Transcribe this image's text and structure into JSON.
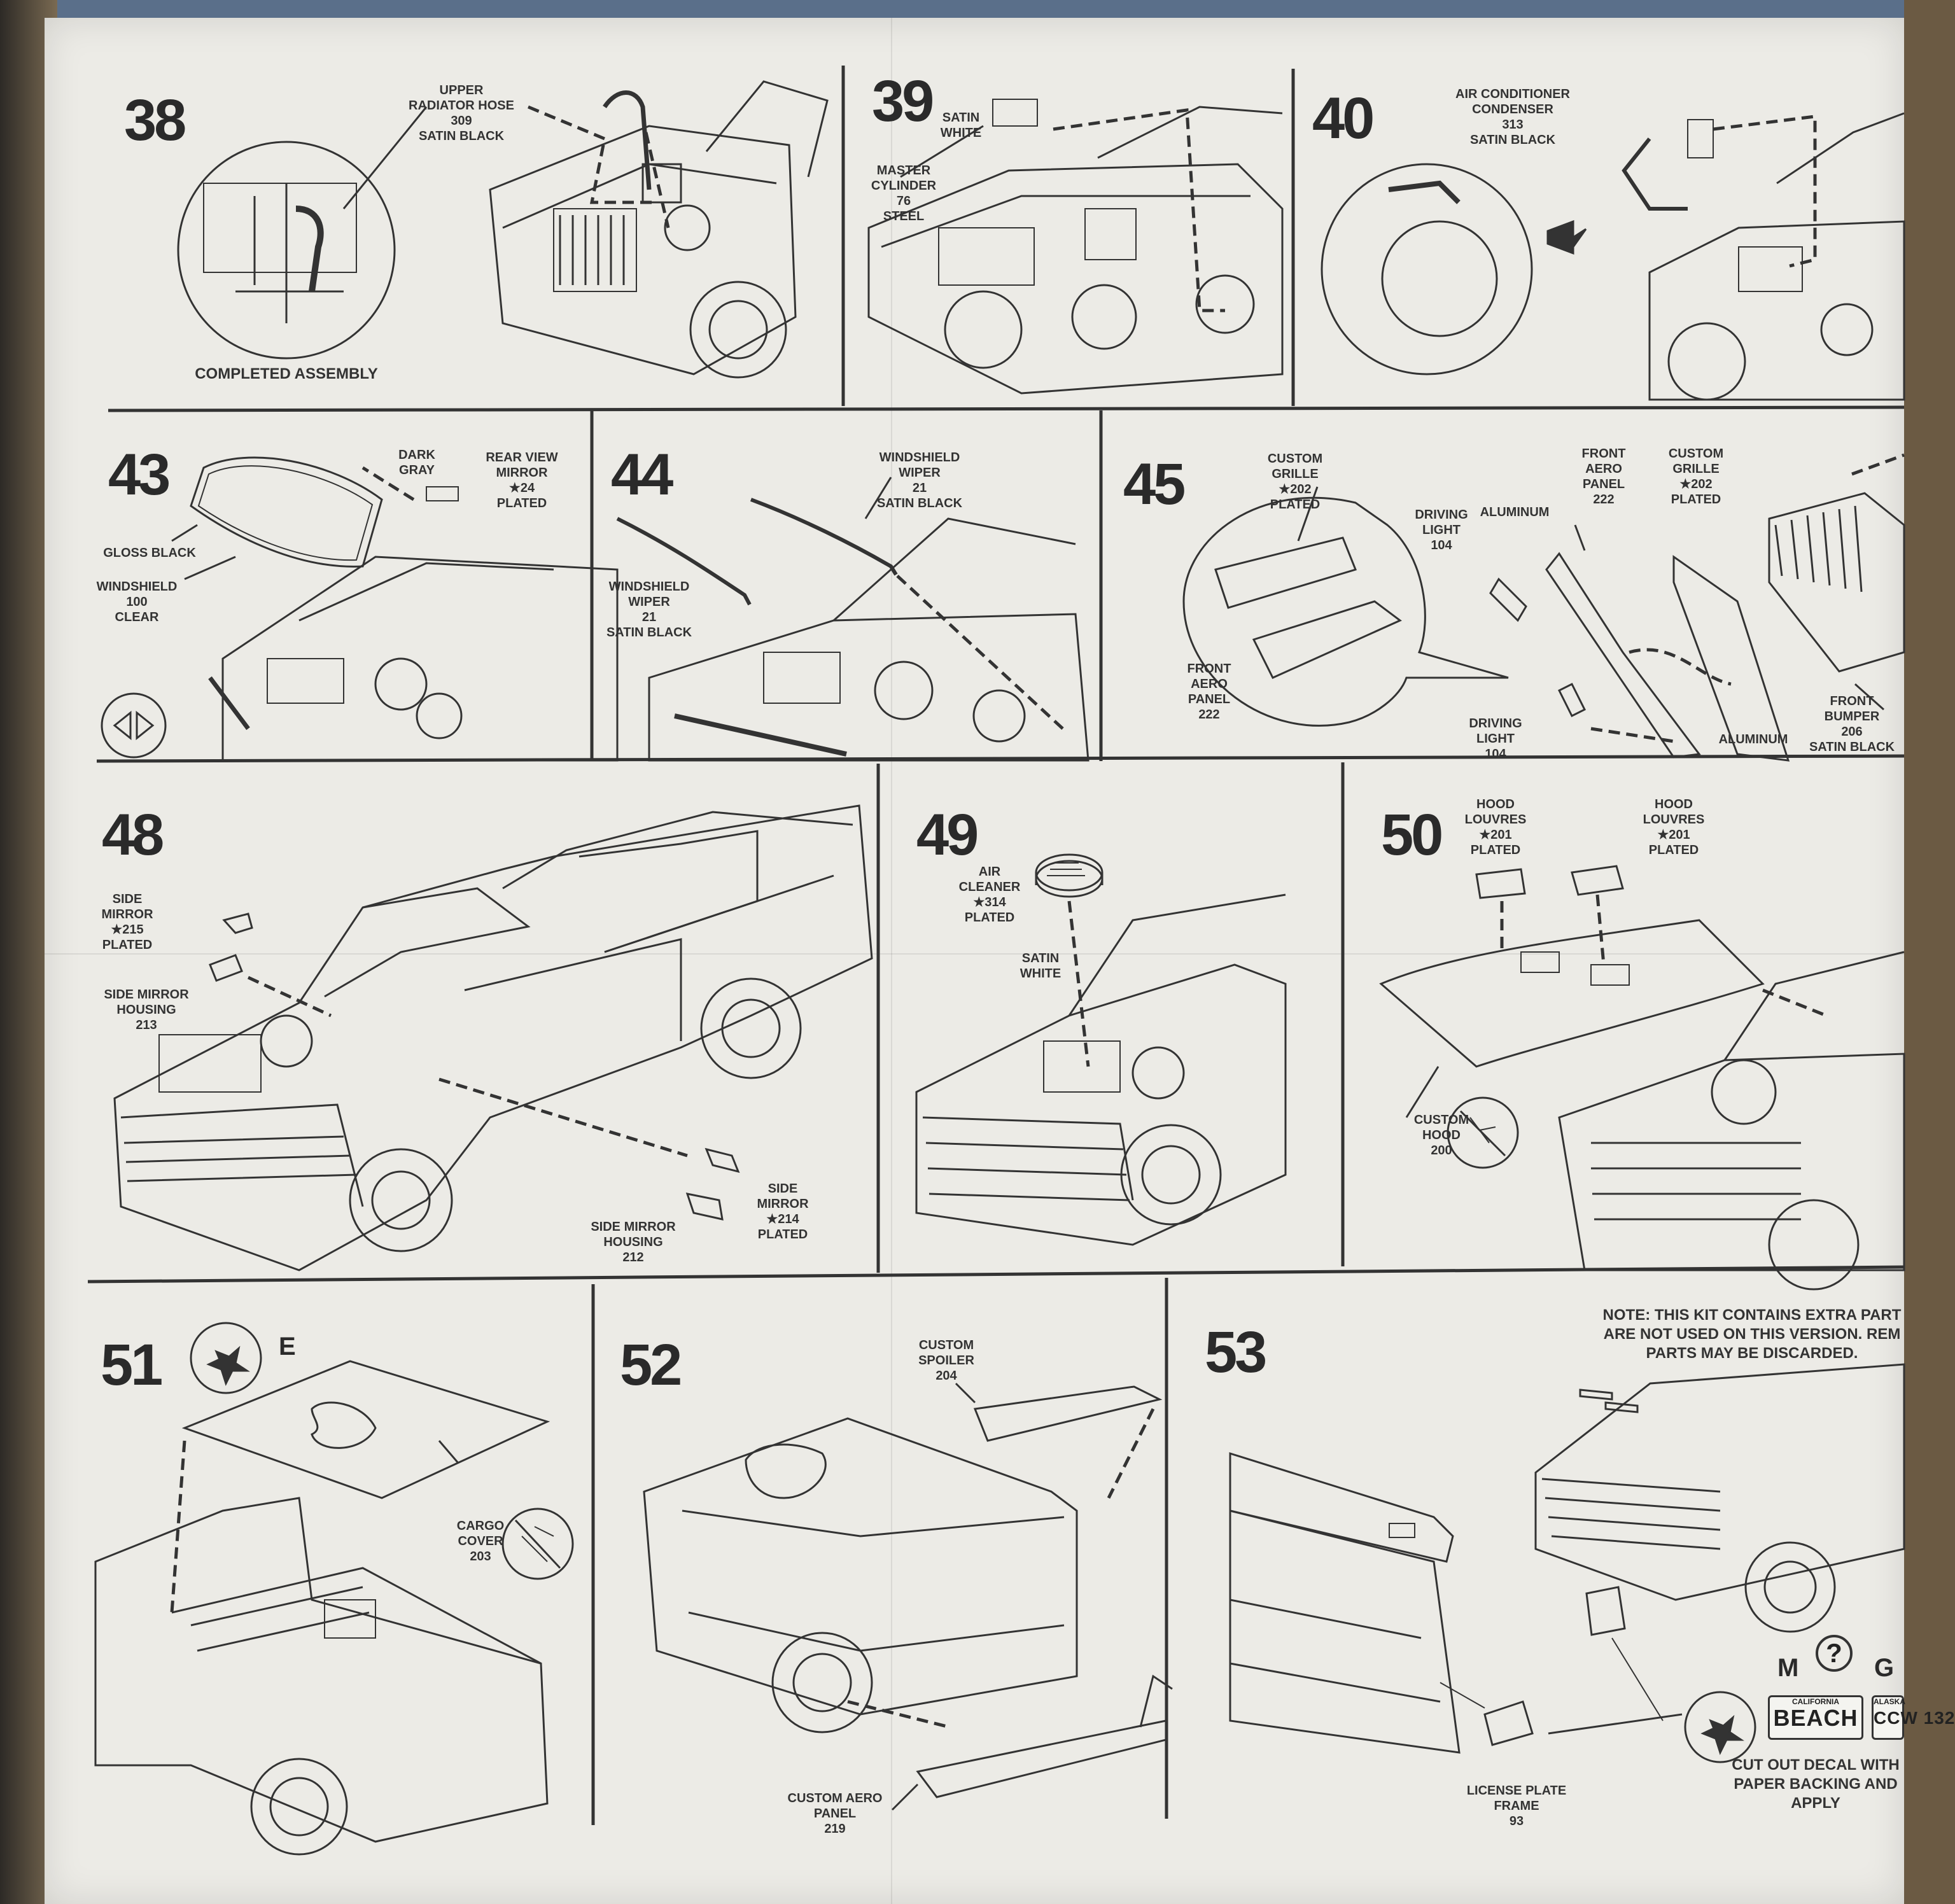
{
  "steps": {
    "s38": {
      "number": "38",
      "labels": {
        "hose": "UPPER\nRADIATOR HOSE\n309\nSATIN BLACK",
        "completed": "COMPLETED ASSEMBLY"
      }
    },
    "s39": {
      "number": "39",
      "labels": {
        "satin": "SATIN\nWHITE",
        "cylinder": "MASTER\nCYLINDER\n76\nSTEEL"
      }
    },
    "s40": {
      "number": "40",
      "labels": {
        "condenser": "AIR CONDITIONER\nCONDENSER\n313\nSATIN BLACK"
      }
    },
    "s43": {
      "number": "43",
      "labels": {
        "dark_gray": "DARK\nGRAY",
        "mirror": "REAR VIEW\nMIRROR\n★24\nPLATED",
        "gloss": "GLOSS BLACK",
        "windshield": "WINDSHIELD\n100\nCLEAR"
      }
    },
    "s44": {
      "number": "44",
      "labels": {
        "wiper_top": "WINDSHIELD\nWIPER\n21\nSATIN BLACK",
        "wiper_left": "WINDSHIELD\nWIPER\n21\nSATIN BLACK"
      }
    },
    "s45": {
      "number": "45",
      "labels": {
        "grille_a": "CUSTOM\nGRILLE\n★202\nPLATED",
        "aero_a": "FRONT AERO\nPANEL\n222",
        "driving_a": "DRIVING\nLIGHT\n104",
        "aluminum_a": "ALUMINUM",
        "aero_b": "FRONT AERO\nPANEL\n222",
        "grille_b": "CUSTOM\nGRILLE\n★202\nPLATED",
        "driving_b": "DRIVING\nLIGHT\n104",
        "aluminum_b": "ALUMINUM",
        "bumper": "FRONT\nBUMPER\n206\nSATIN BLACK"
      }
    },
    "s48": {
      "number": "48",
      "labels": {
        "mirror215": "SIDE\nMIRROR\n★215\nPLATED",
        "housing213": "SIDE MIRROR\nHOUSING\n213",
        "housing212": "SIDE MIRROR\nHOUSING\n212",
        "mirror214": "SIDE\nMIRROR\n★214\nPLATED"
      }
    },
    "s49": {
      "number": "49",
      "labels": {
        "cleaner": "AIR\nCLEANER\n★314\nPLATED",
        "satin": "SATIN\nWHITE"
      }
    },
    "s50": {
      "number": "50",
      "labels": {
        "louvres_a": "HOOD\nLOUVRES\n★201\nPLATED",
        "louvres_b": "HOOD\nLOUVRES\n★201\nPLATED",
        "hood": "CUSTOM\nHOOD\n200"
      }
    },
    "s51": {
      "number": "51",
      "letter": "E",
      "labels": {
        "cargo": "CARGO\nCOVER\n203"
      }
    },
    "s52": {
      "number": "52",
      "labels": {
        "spoiler": "CUSTOM\nSPOILER\n204",
        "aero": "CUSTOM AERO\nPANEL\n219"
      }
    },
    "s53": {
      "number": "53",
      "note": "NOTE: THIS KIT CONTAINS EXTRA PART\nARE NOT USED ON THIS VERSION. REM\nPARTS MAY BE DISCARDED.",
      "labels": {
        "plate_frame": "LICENSE PLATE\nFRAME\n93",
        "cutout": "CUT OUT DECAL WITH\nPAPER BACKING AND\nAPPLY"
      },
      "decal_letters": {
        "m": "M",
        "g": "G"
      },
      "plates": [
        {
          "top": "CALIFORNIA",
          "main": "BEACH"
        },
        {
          "top": "ALASKA",
          "main": "CCW 132"
        }
      ]
    }
  }
}
